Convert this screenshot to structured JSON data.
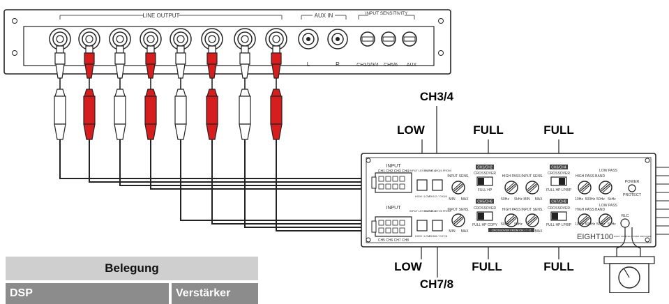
{
  "dsp": {
    "group_line_output": "LINE OUTPUT",
    "group_aux_in": "AUX IN",
    "group_input_sensitivity": "INPUT SENSITIVITY",
    "aux_left": "L",
    "aux_right": "R",
    "sens_ch1234": "CH1/2/3/4",
    "sens_ch56": "CH5/6",
    "sens_aux": "AUX"
  },
  "callouts": {
    "ch34": "CH3/4",
    "ch78": "CH7/8",
    "low_top": "LOW",
    "full_top_1": "FULL",
    "full_top_2": "FULL",
    "low_bottom": "LOW",
    "full_bottom_1": "FULL",
    "full_bottom_2": "FULL"
  },
  "amp": {
    "input_top": "INPUT",
    "input_top_channels": "CH1 CH2 CH3 CH4",
    "input_bottom": "INPUT",
    "input_bottom_channels": "CH5 CH6 CH7 CH8",
    "input_level_top": "INPUT LEVEL CH1-4",
    "input_level_bottom": "INPUT LEVEL CH5-8",
    "input_from_top": "INPUT CH3/4 FROM",
    "input_from_bottom": "INPUT CH7/8 FROM",
    "high_low": "HIGH / LOW",
    "ch12_ch34": "CH1/2 / CH3/4",
    "ch56_ch78": "CH5/6 / CH7/8",
    "sec_ch12": "CH1/CH2",
    "sec_ch34": "CH3/CH4",
    "sec_ch56": "CH5/CH6",
    "sec_ch78": "CH7/CH8",
    "crossover": "CROSSOVER",
    "input_sens": "INPUT SENS.",
    "high_pass": "HIGH PASS",
    "high_pass_band": "HIGH PASS BAND",
    "low_pass": "LOW PASS",
    "min": "MIN",
    "max": "MAX",
    "f50": "50Hz",
    "f5k": "5kHz",
    "f10": "10Hz",
    "f500": "500Hz",
    "full_hp": "FULL   HP",
    "full_hp_lpbp": "FULL HP LP/BP",
    "full_hp_copy": "FULL HP COPY",
    "crossover_from": "CROSSOVER FROM CH1/CH2",
    "power": "POWER",
    "protect": "PROTECT",
    "rlc": "RLC",
    "model": "EIGHT100",
    "model_sub": "EIGHT CHANNEL POWER AMPLIFIER"
  },
  "legend": {
    "title": "Belegung",
    "col_1": "DSP",
    "col_2": "Verstärker"
  },
  "colors": {
    "red_plug": "#d71e1e",
    "white_plug": "#ffffff",
    "outline": "#222222",
    "legend_head": "#cfcfcf",
    "legend_row": "#8c8c8c"
  }
}
